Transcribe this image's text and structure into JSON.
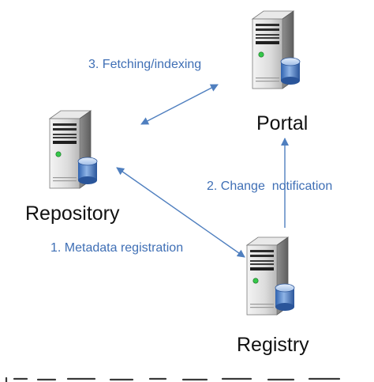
{
  "colors": {
    "arrow": "#4f7fbf",
    "edge_text": "#3f6fb5",
    "node_text": "#111111"
  },
  "nodes": {
    "repository": {
      "label": "Repository",
      "icon": "server-with-database-icon"
    },
    "portal": {
      "label": "Portal",
      "icon": "server-with-database-icon"
    },
    "registry": {
      "label": "Registry",
      "icon": "server-with-database-icon"
    }
  },
  "edges": {
    "fetching": {
      "label": "3. Fetching/indexing",
      "direction": "bidirectional"
    },
    "change": {
      "label": "2. Change  notification",
      "direction": "registry-to-portal"
    },
    "metadata": {
      "label": "1. Metadata registration",
      "direction": "bidirectional"
    }
  }
}
